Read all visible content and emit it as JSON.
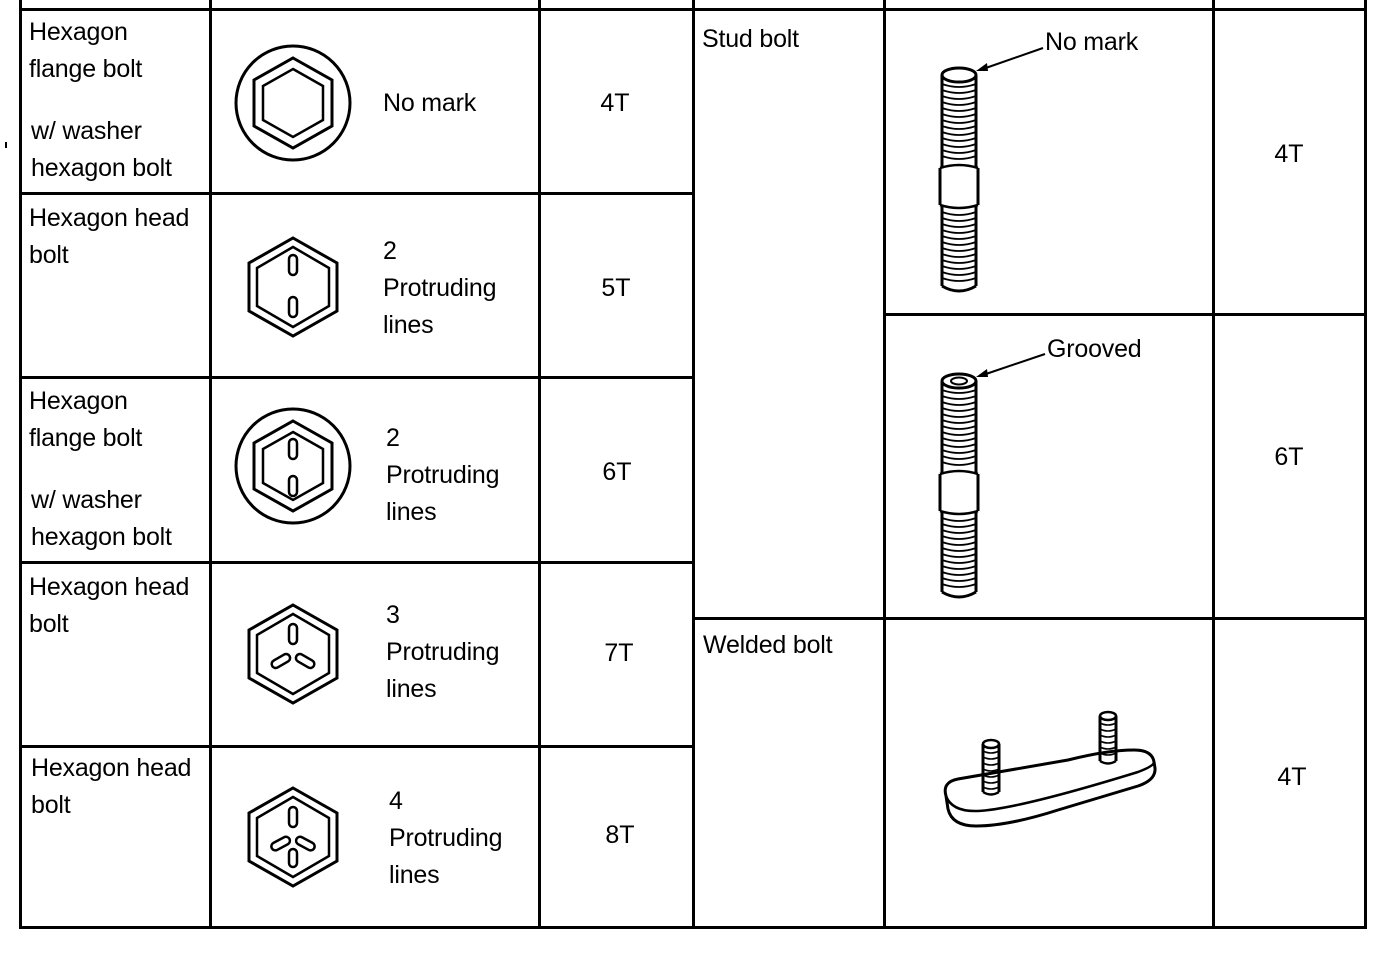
{
  "left_rows": [
    {
      "type": "Hexagon\nflange bolt",
      "type2": "w/ washer\nhexagon bolt",
      "mark": "No mark",
      "grade": "4T",
      "icon": "hexagon-flange-no-mark-icon"
    },
    {
      "type": "Hexagon head\nbolt",
      "mark": "2\nProtruding\nlines",
      "grade": "5T",
      "icon": "hexagon-head-2-lines-icon"
    },
    {
      "type": "Hexagon\nflange bolt",
      "type2": "w/ washer\nhexagon bolt",
      "mark": "2\nProtruding\nlines",
      "grade": "6T",
      "icon": "hexagon-flange-2-lines-icon"
    },
    {
      "type": "Hexagon head\nbolt",
      "mark": "3\nProtruding\nlines",
      "grade": "7T",
      "icon": "hexagon-head-3-lines-icon"
    },
    {
      "type": "Hexagon head\nbolt",
      "mark": "4\nProtruding\nlines",
      "grade": "8T",
      "icon": "hexagon-head-4-lines-icon"
    }
  ],
  "right_rows": [
    {
      "type": "Stud bolt",
      "callout": "No mark",
      "grade": "4T",
      "icon": "stud-bolt-no-mark-icon"
    },
    {
      "callout": "Grooved",
      "grade": "6T",
      "icon": "stud-bolt-grooved-icon"
    },
    {
      "type": "Welded bolt",
      "grade": "4T",
      "icon": "welded-bolt-icon"
    }
  ]
}
